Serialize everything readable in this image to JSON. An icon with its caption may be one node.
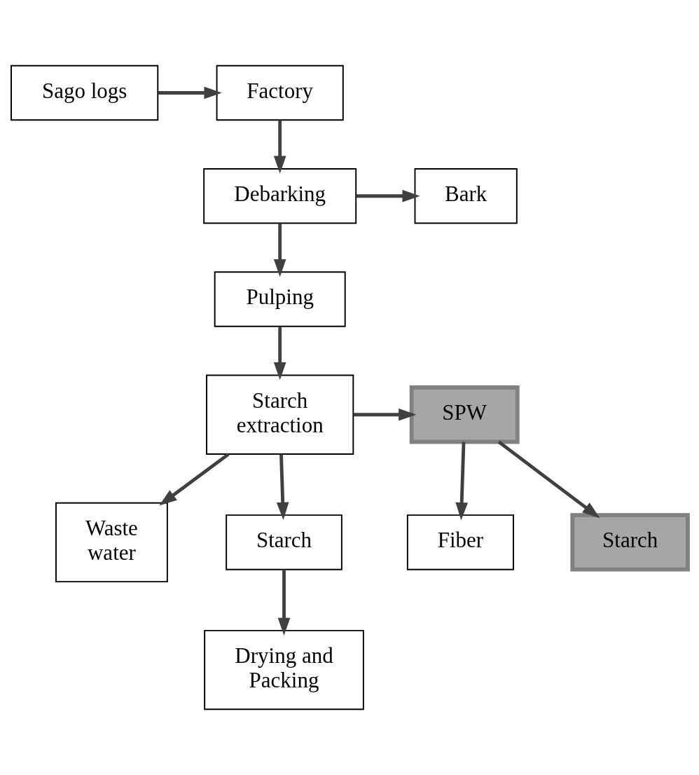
{
  "diagram": {
    "nodes": [
      {
        "text": [
          "Sago logs"
        ]
      },
      {
        "text": [
          "Factory"
        ]
      },
      {
        "text": [
          "Debarking"
        ]
      },
      {
        "text": [
          "Bark"
        ]
      },
      {
        "text": [
          "Pulping"
        ]
      },
      {
        "text": [
          "Starch extraction"
        ]
      },
      {
        "text": [
          "SPW"
        ]
      },
      {
        "text": [
          "Fiber"
        ]
      },
      {
        "text": [
          "Starch"
        ]
      },
      {
        "text": [
          "Waste water"
        ]
      },
      {
        "text": [
          "Starch"
        ]
      },
      {
        "text": [
          "Drying and Packing"
        ]
      }
    ],
    "edges": [
      {
        "from": 0,
        "to": 1,
        "arrow": "to"
      },
      {
        "from": 1,
        "to": 2,
        "arrow": "to"
      },
      {
        "from": 2,
        "to": 3,
        "arrow": "to"
      },
      {
        "from": 2,
        "to": 4,
        "arrow": "to"
      },
      {
        "from": 4,
        "to": 5,
        "arrow": "to"
      },
      {
        "from": 5,
        "to": 6,
        "arrow": "to"
      },
      {
        "from": 5,
        "to": 9,
        "arrow": "to"
      },
      {
        "from": 6,
        "to": 7,
        "arrow": "to"
      },
      {
        "from": 6,
        "to": 8,
        "arrow": "to"
      },
      {
        "from": 5,
        "to": 10,
        "arrow": "to"
      },
      {
        "from": 10,
        "to": 11,
        "arrow": "to"
      }
    ]
  }
}
